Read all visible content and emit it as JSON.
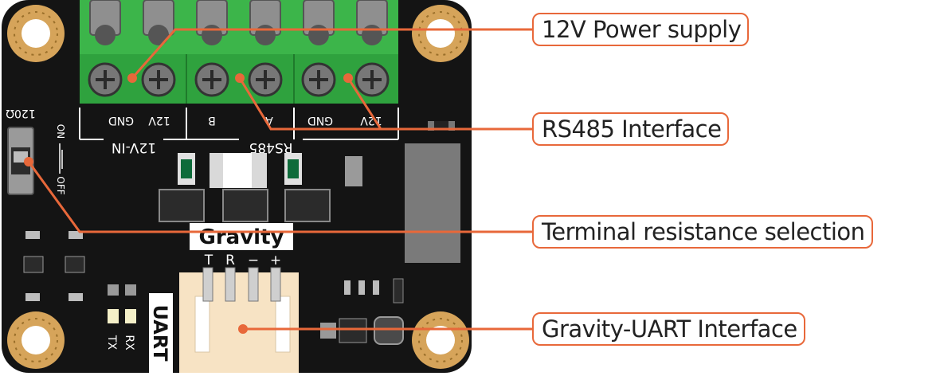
{
  "board": {
    "input_terminal_labels": [
      "GND",
      "12V"
    ],
    "input_group_label": "12V-IN",
    "rs485_terminal_labels": [
      "B",
      "A",
      "GND",
      "12V"
    ],
    "rs485_group_label": "RS485",
    "switch_resistor_label": "120Ω",
    "switch_on_label": "ON",
    "switch_off_label": "OFF",
    "gravity_logo": "Gravity",
    "uart_logo": "UART",
    "uart_pin_labels": [
      "T",
      "R",
      "−",
      "+"
    ],
    "led_labels": [
      "TX",
      "RX"
    ]
  },
  "callouts": [
    {
      "label": "12V Power supply"
    },
    {
      "label": "RS485 Interface"
    },
    {
      "label": "Terminal resistance selection"
    },
    {
      "label": "Gravity-UART Interface"
    }
  ],
  "colors": {
    "board": "#141414",
    "terminal_green": "#3cb54a",
    "callout_orange": "#e8683a",
    "mount_ring": "#d6a45a",
    "connector_body": "#f7e3c4"
  }
}
